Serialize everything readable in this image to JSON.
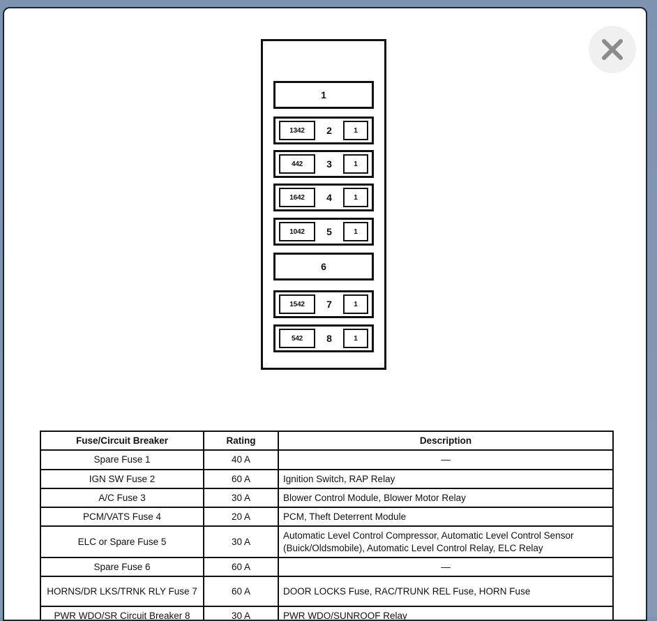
{
  "window": {
    "close_icon": "close-icon"
  },
  "diagram": {
    "name": "fuse-block-diagram",
    "slots": [
      {
        "code": "",
        "number": "1",
        "amp": "",
        "type": "wide"
      },
      {
        "code": "1342",
        "number": "2",
        "amp": "1",
        "type": "detailed"
      },
      {
        "code": "442",
        "number": "3",
        "amp": "1",
        "type": "detailed"
      },
      {
        "code": "1642",
        "number": "4",
        "amp": "1",
        "type": "detailed"
      },
      {
        "code": "1042",
        "number": "5",
        "amp": "1",
        "type": "detailed"
      },
      {
        "code": "",
        "number": "6",
        "amp": "",
        "type": "wide"
      },
      {
        "code": "1542",
        "number": "7",
        "amp": "1",
        "type": "detailed"
      },
      {
        "code": "542",
        "number": "8",
        "amp": "1",
        "type": "detailed"
      }
    ]
  },
  "table": {
    "headers": {
      "name": "Fuse/Circuit Breaker",
      "rating": "Rating",
      "description": "Description"
    },
    "rows": [
      {
        "name": "Spare Fuse 1",
        "rating": "40 A",
        "description": "—",
        "is_dash": true,
        "tall": false
      },
      {
        "name": "IGN SW Fuse 2",
        "rating": "60 A",
        "description": "Ignition Switch, RAP Relay",
        "is_dash": false,
        "tall": false
      },
      {
        "name": "A/C Fuse 3",
        "rating": "30 A",
        "description": "Blower Control Module, Blower Motor Relay",
        "is_dash": false,
        "tall": false
      },
      {
        "name": "PCM/VATS Fuse 4",
        "rating": "20 A",
        "description": "PCM, Theft Deterrent Module",
        "is_dash": false,
        "tall": false
      },
      {
        "name": "ELC or Spare Fuse 5",
        "rating": "30 A",
        "description": "Automatic Level Control Compressor, Automatic Level Control Sensor (Buick/Oldsmobile), Automatic Level Control Relay, ELC Relay",
        "is_dash": false,
        "tall": true
      },
      {
        "name": "Spare Fuse 6",
        "rating": "60 A",
        "description": "—",
        "is_dash": true,
        "tall": false
      },
      {
        "name": "HORNS/DR LKS/TRNK RLY Fuse 7",
        "rating": "60 A",
        "description": "DOOR LOCKS Fuse, RAC/TRUNK REL Fuse, HORN Fuse",
        "is_dash": false,
        "tall": true
      },
      {
        "name": "PWR WDO/SR Circuit Breaker 8",
        "rating": "30 A",
        "description": "PWR WDO/SUNROOF Relay",
        "is_dash": false,
        "tall": false
      }
    ]
  },
  "colors": {
    "page_background": "#8093af",
    "panel_background": "#ffffff",
    "ink": "#111111",
    "close_button_bg": "#f0f0f0",
    "close_button_glyph": "#8c8c8c"
  }
}
